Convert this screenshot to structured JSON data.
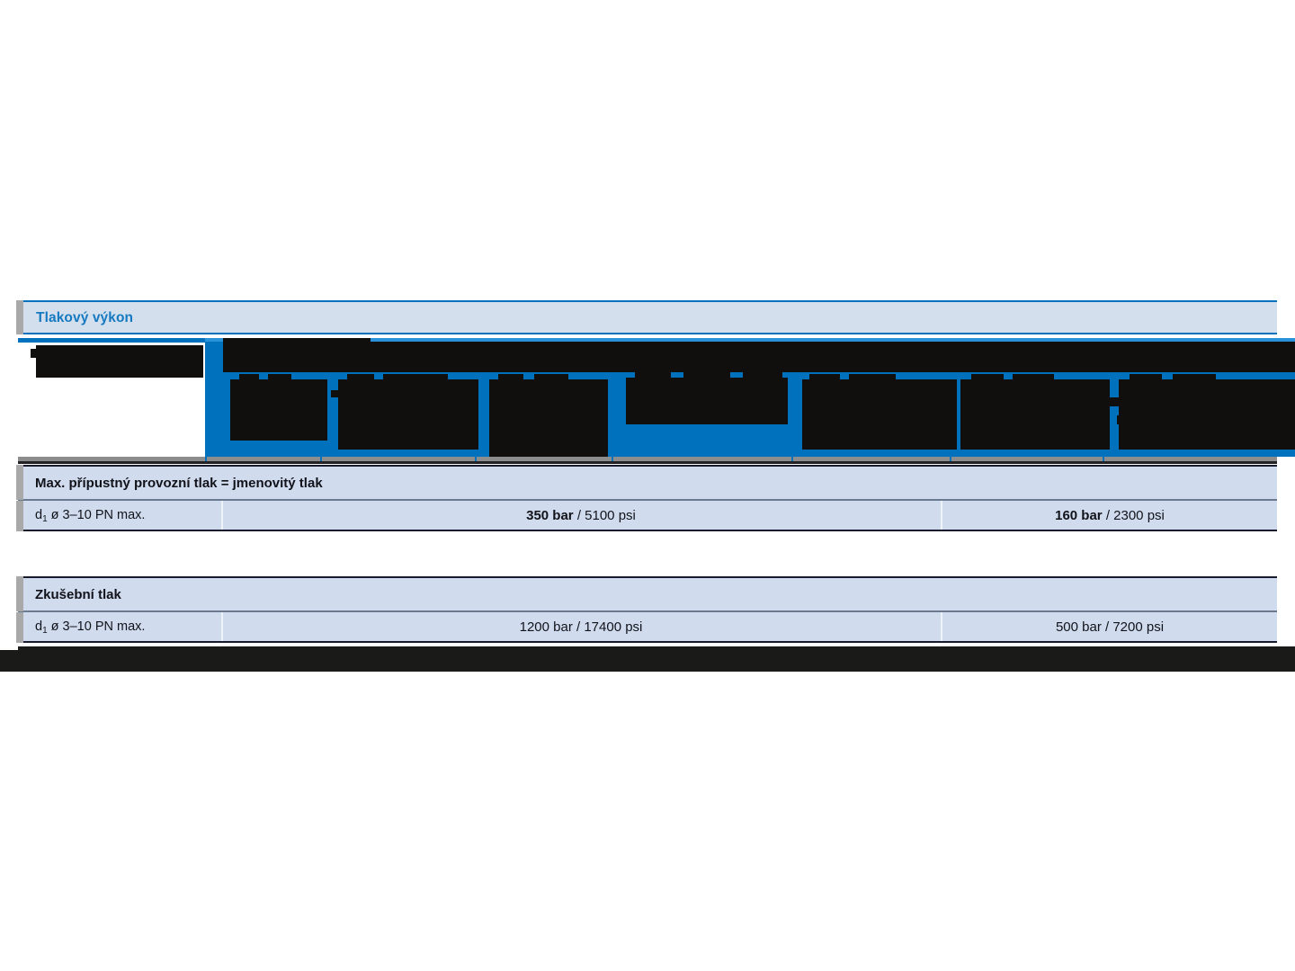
{
  "document": {
    "background_color": "#ffffff",
    "accent_blue": "#0071bc",
    "header_text_blue": "#1579c0",
    "row_fill": "#d0dcee",
    "title_band_fill": "#d4dfee",
    "redaction_color": "#100f0d"
  },
  "pressure_block": {
    "title": "Tlakový výkon",
    "column_header_status": "redacted",
    "redacted_header_cells": [
      {
        "id": "col-0-header",
        "label": "redacted"
      },
      {
        "id": "col-1-header",
        "label": "redacted"
      },
      {
        "id": "col-2-header",
        "label": "redacted"
      },
      {
        "id": "col-3-header",
        "label": "redacted"
      },
      {
        "id": "col-4-header",
        "label": "redacted"
      },
      {
        "id": "col-5-header",
        "label": "redacted"
      },
      {
        "id": "col-6-header",
        "label": "redacted"
      },
      {
        "id": "col-7-header",
        "label": "redacted"
      }
    ]
  },
  "sections": [
    {
      "id": "max-working-pressure",
      "title": "Max. přípustný provozní tlak = jmenovitý tlak",
      "row": {
        "label_prefix": "d",
        "label_sub": "1",
        "label_rest": " ø  3–10  PN max.",
        "values": [
          {
            "bold": "350 bar",
            "rest": " / 5100 psi"
          },
          {
            "bold": "160 bar",
            "rest": " / 2300 psi"
          }
        ]
      }
    },
    {
      "id": "test-pressure",
      "title": "Zkušební tlak",
      "row": {
        "label_prefix": "d",
        "label_sub": "1",
        "label_rest": " ø  3–10  PN max.",
        "values": [
          {
            "bold": "",
            "rest": "1200 bar / 17400 psi"
          },
          {
            "bold": "",
            "rest": "500 bar / 7200 psi"
          }
        ]
      }
    }
  ]
}
